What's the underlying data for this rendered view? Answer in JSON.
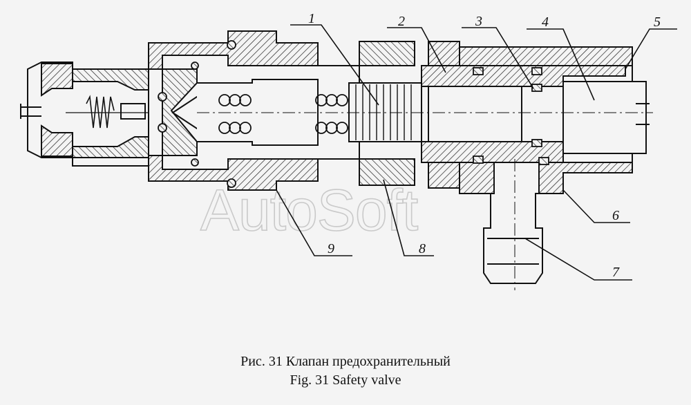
{
  "diagram": {
    "callouts": [
      "1",
      "2",
      "3",
      "4",
      "5",
      "6",
      "7",
      "8",
      "9"
    ],
    "watermark": "AutoSoft",
    "caption_ru": "Рис. 31  Клапан предохранительный",
    "caption_en": "Fig. 31  Safety valve"
  }
}
